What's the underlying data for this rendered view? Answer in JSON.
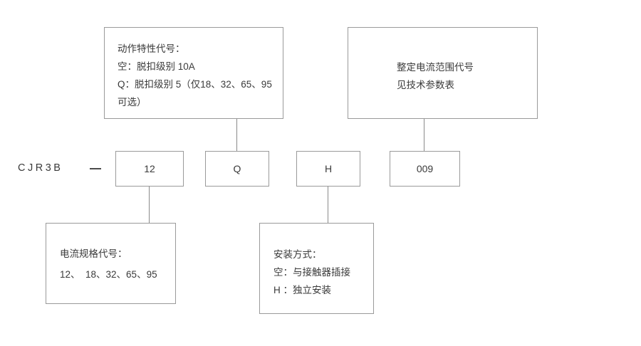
{
  "diagram": {
    "title": "CJR3B model code designation diagram",
    "series_label": "CJR3B",
    "separator": "—",
    "line_color": "#9a9a9a",
    "text_color": "#3a3a3a",
    "background": "#ffffff"
  },
  "code_boxes": [
    {
      "id": "current-rating",
      "value": "12"
    },
    {
      "id": "trip-class",
      "value": "Q"
    },
    {
      "id": "mounting",
      "value": "H"
    },
    {
      "id": "current-range",
      "value": "009"
    }
  ],
  "notes": {
    "trip_characteristic": {
      "id": "trip-characteristic-note",
      "lines": [
        "动作特性代号：",
        "空：脱扣级别 10A",
        "Q：脱扣级别 5（仅18、32、65、95",
        "可选）"
      ]
    },
    "current_range": {
      "id": "current-range-note",
      "lines": [
        "整定电流范围代号",
        "见技术参数表"
      ]
    },
    "current_rating": {
      "id": "current-rating-note",
      "lines": [
        "电流规格代号：",
        "12、  18、32、65、95"
      ]
    },
    "mounting": {
      "id": "mounting-note",
      "lines": [
        "安装方式：",
        "空：与接触器插接",
        "H ：独立安装"
      ]
    }
  }
}
